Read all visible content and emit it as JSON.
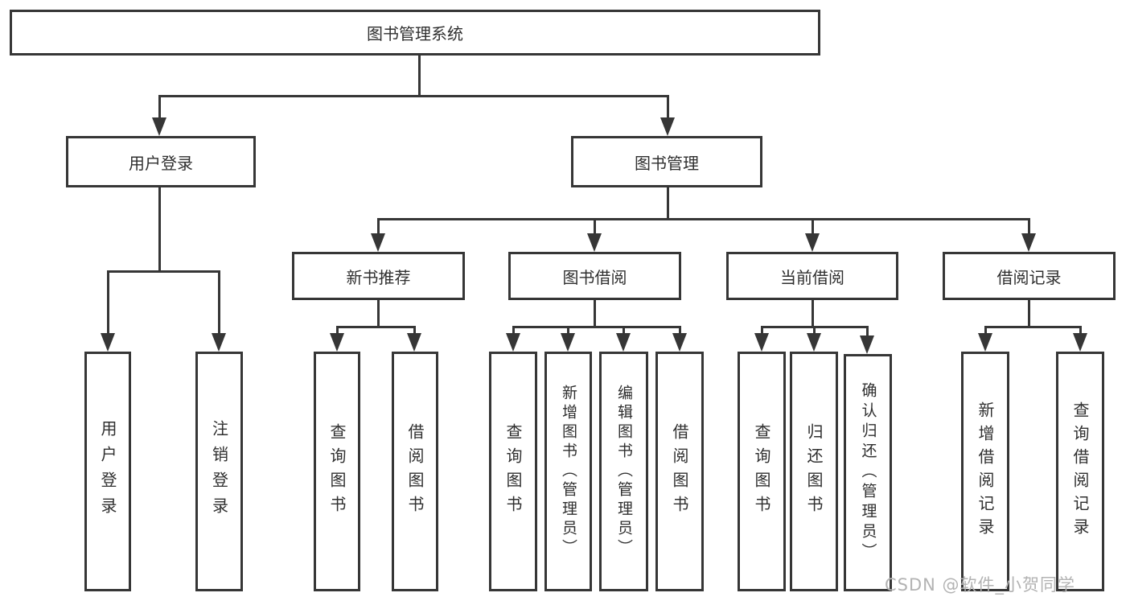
{
  "colors": {
    "line": "#363636",
    "box_border": "#363636",
    "background": "#ffffff",
    "watermark": "#b3b3b3",
    "text": "#2f2f2f"
  },
  "tree": {
    "root": "图书管理系统",
    "level2": [
      "用户登录",
      "图书管理"
    ],
    "level3": [
      "新书推荐",
      "图书借阅",
      "当前借阅",
      "借阅记录"
    ],
    "leaves": {
      "login": [
        "用户登录",
        "注销登录"
      ],
      "newbook": [
        "查询图书",
        "借阅图书"
      ],
      "borrow": [
        "查询图书",
        "新增图书（管理员）",
        "编辑图书（管理员）",
        "借阅图书"
      ],
      "current": [
        "查询图书",
        "归还图书",
        "确认归还（管理员）"
      ],
      "records": [
        "新增借阅记录",
        "查询借阅记录"
      ]
    }
  },
  "watermark": "CSDN @软件_小贺同学"
}
